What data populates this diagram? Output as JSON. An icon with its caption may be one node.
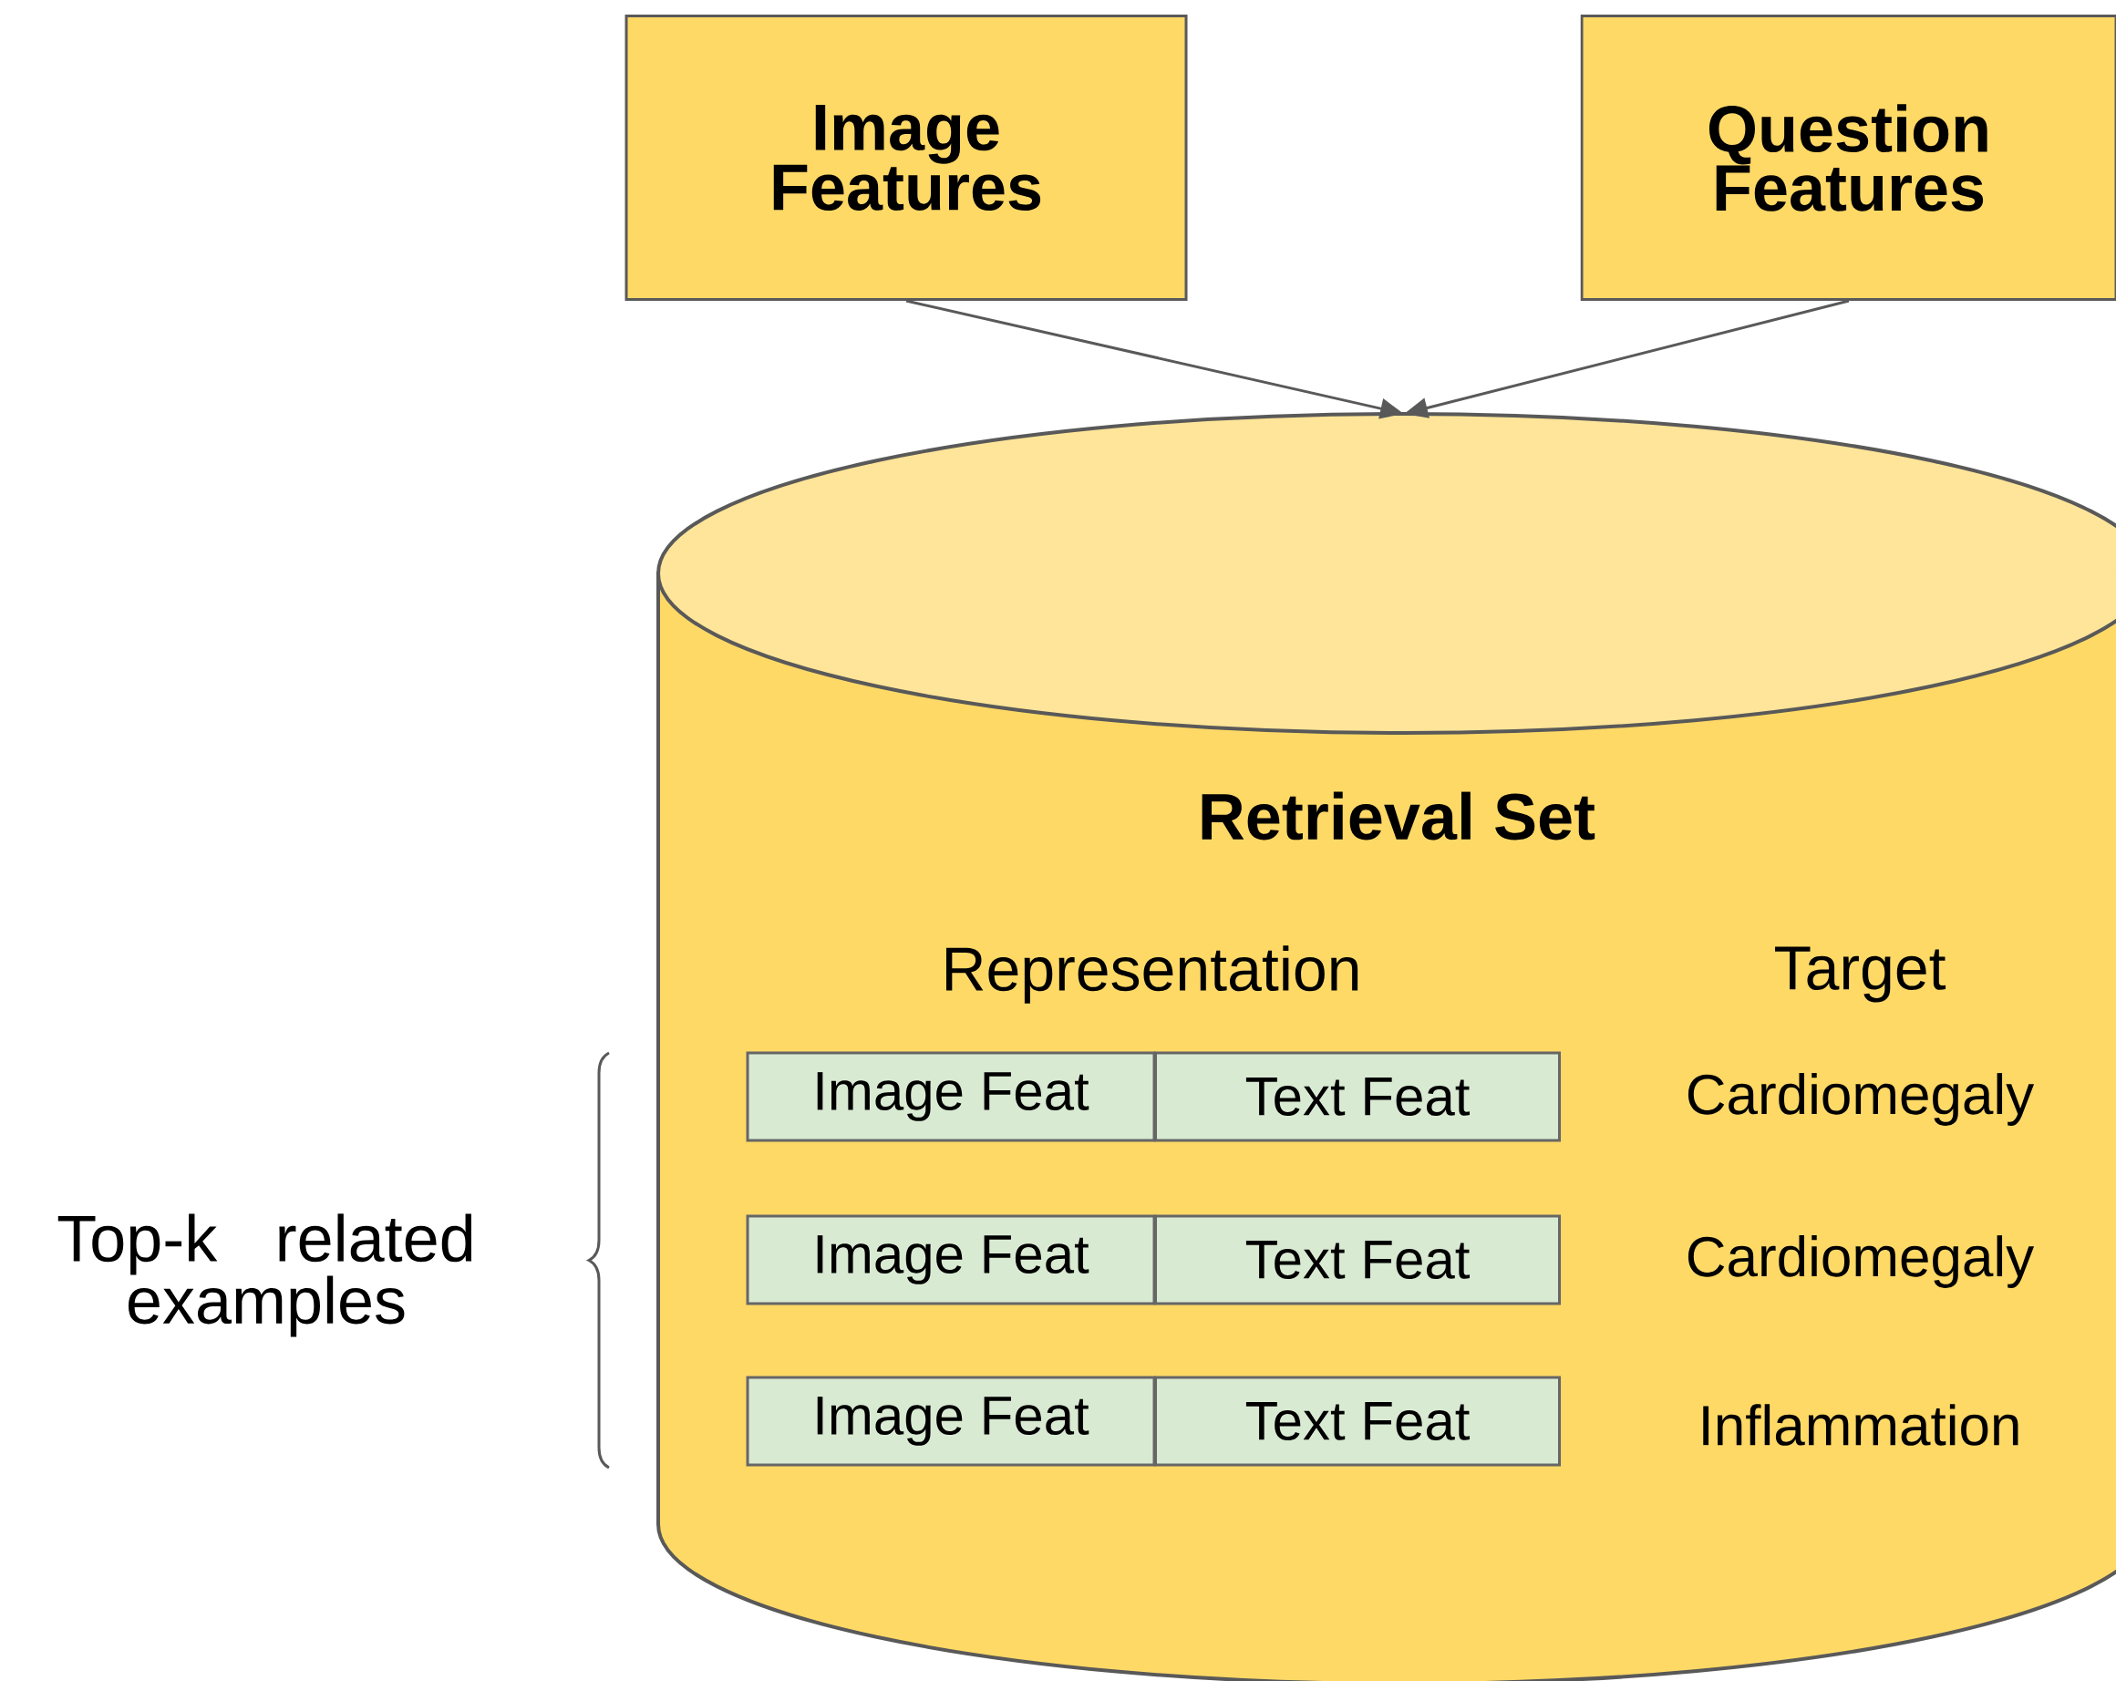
{
  "diagram": {
    "nodes": [
      {
        "text": [
          "Image Features"
        ]
      },
      {
        "text": [
          "Question Features"
        ]
      },
      {
        "text": [
          "Retrieval Set"
        ]
      },
      {
        "text": [
          "Image Feat"
        ],
        "in": 2
      },
      {
        "text": [
          "Text Feat"
        ],
        "in": 2
      },
      {
        "text": [
          "Image Feat"
        ],
        "in": 2
      },
      {
        "text": [
          "Text Feat"
        ],
        "in": 2
      },
      {
        "text": [
          "Image Feat"
        ],
        "in": 2
      },
      {
        "text": [
          "Text Feat"
        ],
        "in": 2
      }
    ],
    "edges": [
      {
        "from": 0,
        "to": 2,
        "arrow": "to"
      },
      {
        "from": 1,
        "to": 2,
        "arrow": "to"
      }
    ],
    "labels": [
      "Representation",
      "Target",
      "Cardiomegaly",
      "Cardiomegaly",
      "Inflammation",
      "Top-k related examples"
    ]
  }
}
